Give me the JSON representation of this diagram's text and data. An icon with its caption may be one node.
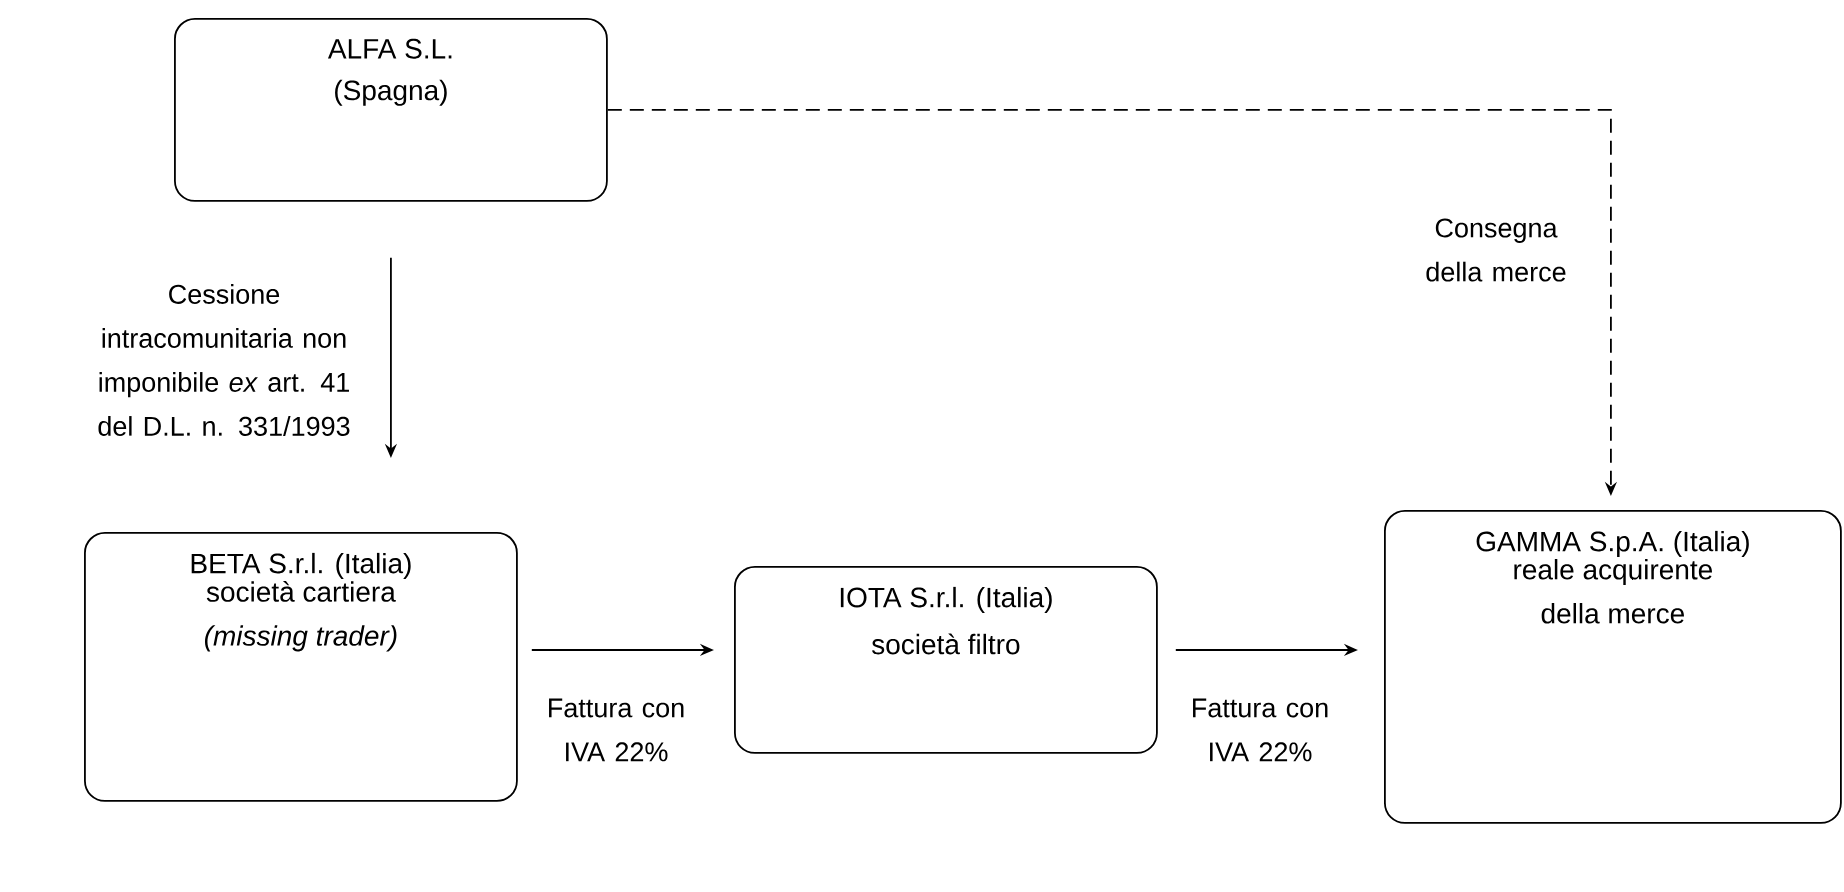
{
  "diagram": {
    "nodes": [
      {
        "text": [
          "ALFA S.L.",
          "(Spagna)"
        ]
      },
      {
        "text": [
          "BETA S.r.l. (Italia)",
          "società cartiera *(missing trader)*"
        ]
      },
      {
        "text": [
          "IOTA S.r.l. (Italia)",
          "società filtro"
        ]
      },
      {
        "text": [
          "GAMMA S.p.A. (Italia)",
          "reale acquirente della merce"
        ]
      }
    ],
    "edges": [
      {
        "from": 0,
        "to": 1,
        "arrow": "to",
        "label": "Cessione intracomunitaria non imponibile *ex* art. 41 del D.L. n. 331/1993"
      },
      {
        "from": 1,
        "to": 2,
        "arrow": "to",
        "label": "Fattura con IVA 22%"
      },
      {
        "from": 2,
        "to": 3,
        "arrow": "to",
        "label": "Fattura con IVA 22%"
      },
      {
        "from": 0,
        "to": 3,
        "arrow": "to",
        "label": "Consegna della merce",
        "style": "dashed"
      }
    ]
  }
}
